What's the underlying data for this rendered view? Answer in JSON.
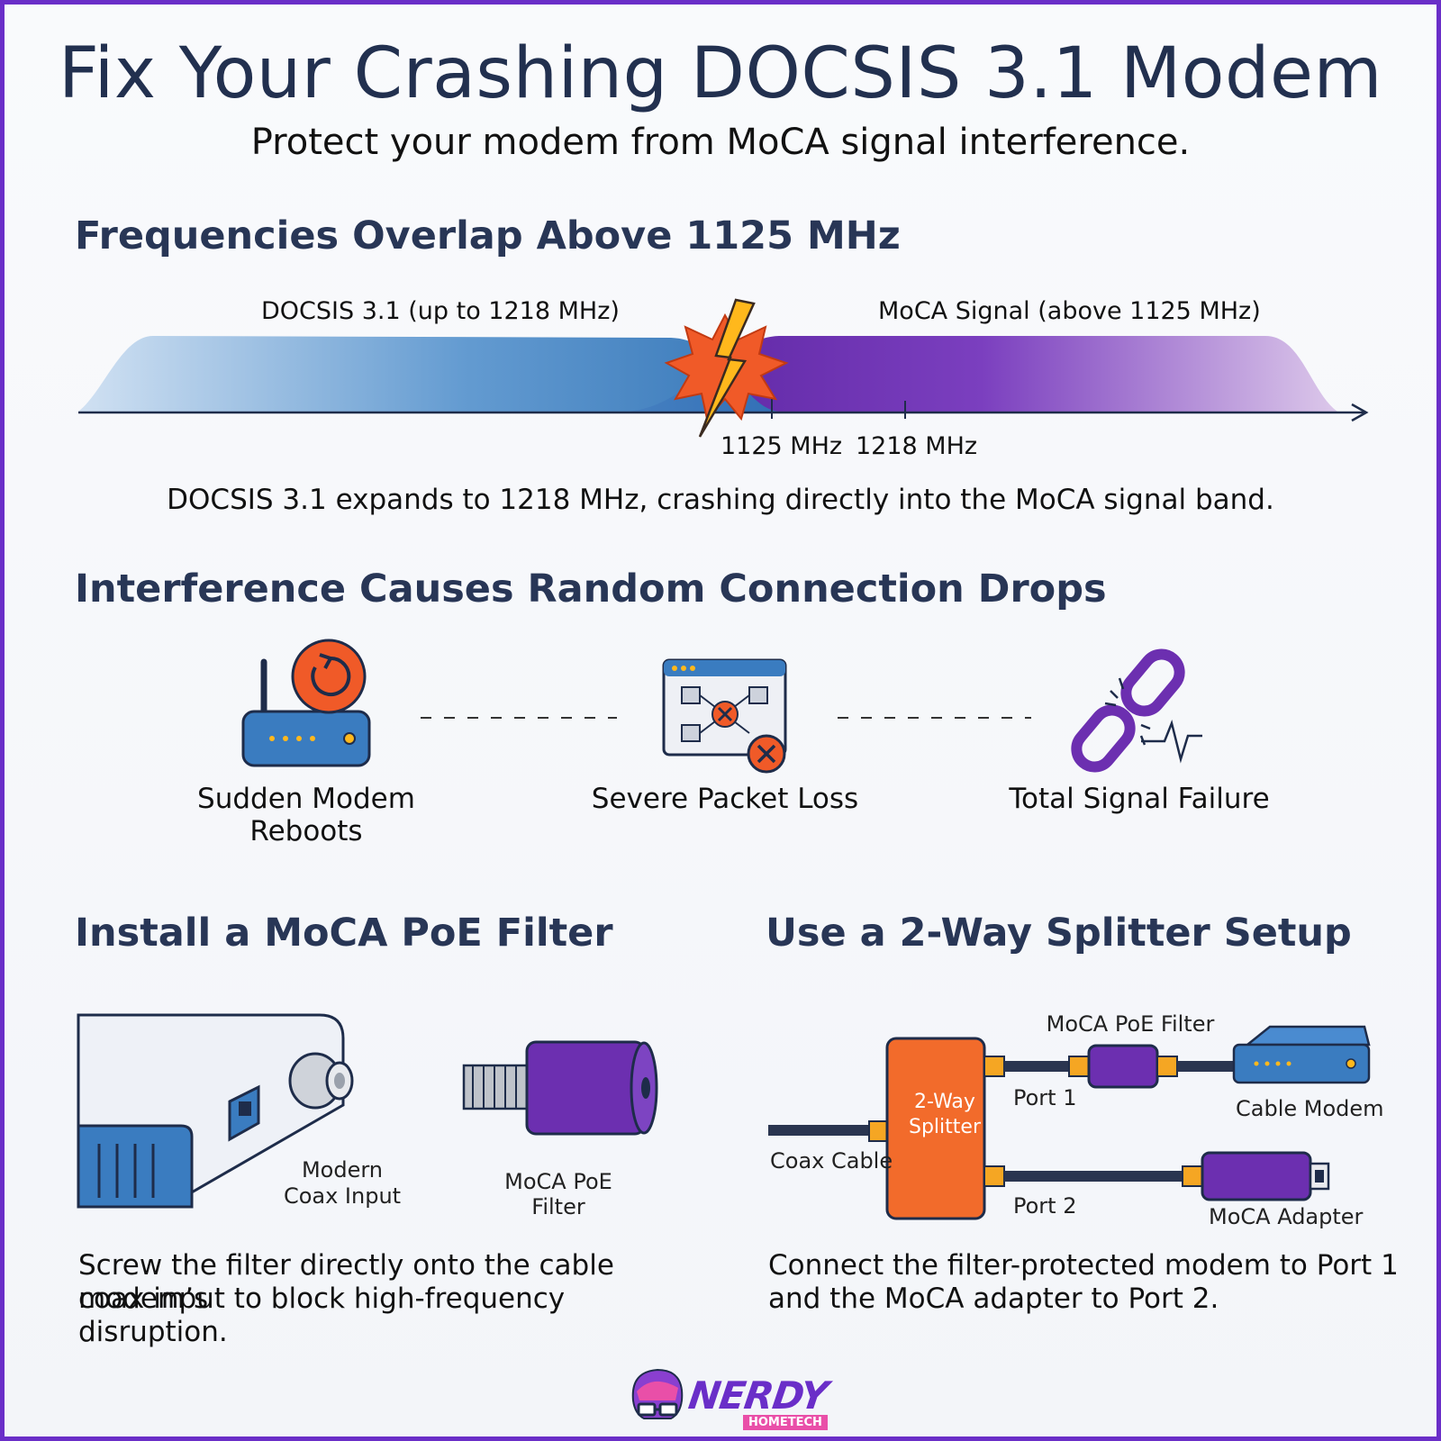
{
  "header": {
    "title": "Fix Your Crashing DOCSIS 3.1 Modem",
    "subtitle": "Protect your modem from MoCA signal interference."
  },
  "frequency_section": {
    "heading": "Frequencies Overlap Above 1125 MHz",
    "docsis_label": "DOCSIS 3.1 (up to 1218 MHz)",
    "moca_label": "MoCA Signal (above 1125 MHz)",
    "tick_1125": "1125 MHz",
    "tick_1218": "1218 MHz",
    "caption": "DOCSIS 3.1 expands to 1218 MHz, crashing directly into the MoCA signal band.",
    "colors": {
      "docsis": "#3a7cc0",
      "moca": "#6c2fb0",
      "clash": "#f05a28"
    }
  },
  "interference_section": {
    "heading": "Interference Causes Random Connection Drops",
    "items": [
      {
        "label": "Sudden Modem Reboots",
        "icon": "router-reboot-icon"
      },
      {
        "label": "Severe Packet Loss",
        "icon": "network-error-icon"
      },
      {
        "label": "Total Signal Failure",
        "icon": "broken-chain-icon"
      }
    ]
  },
  "filter_section": {
    "heading": "Install a MoCA PoE Filter",
    "modem_label_line1": "Modern",
    "modem_label_line2": "Coax Input",
    "filter_label": "MoCA PoE Filter",
    "body_line1": "Screw the filter directly onto the cable modem’s",
    "body_line2": "coax input to block high-frequency disruption."
  },
  "splitter_section": {
    "heading": "Use a 2-Way Splitter Setup",
    "filter_label": "MoCA PoE Filter",
    "splitter_line1": "2-Way",
    "splitter_line2": "Splitter",
    "port1": "Port 1",
    "port2": "Port 2",
    "coax_label": "Coax Cable",
    "modem_label": "Cable Modem",
    "adapter_label": "MoCA Adapter",
    "body_line1": "Connect the filter-protected modem to Port 1",
    "body_line2": "and the MoCA adapter to Port 2."
  },
  "logo": {
    "word": "NERDY",
    "sub": "HOMETECH"
  }
}
